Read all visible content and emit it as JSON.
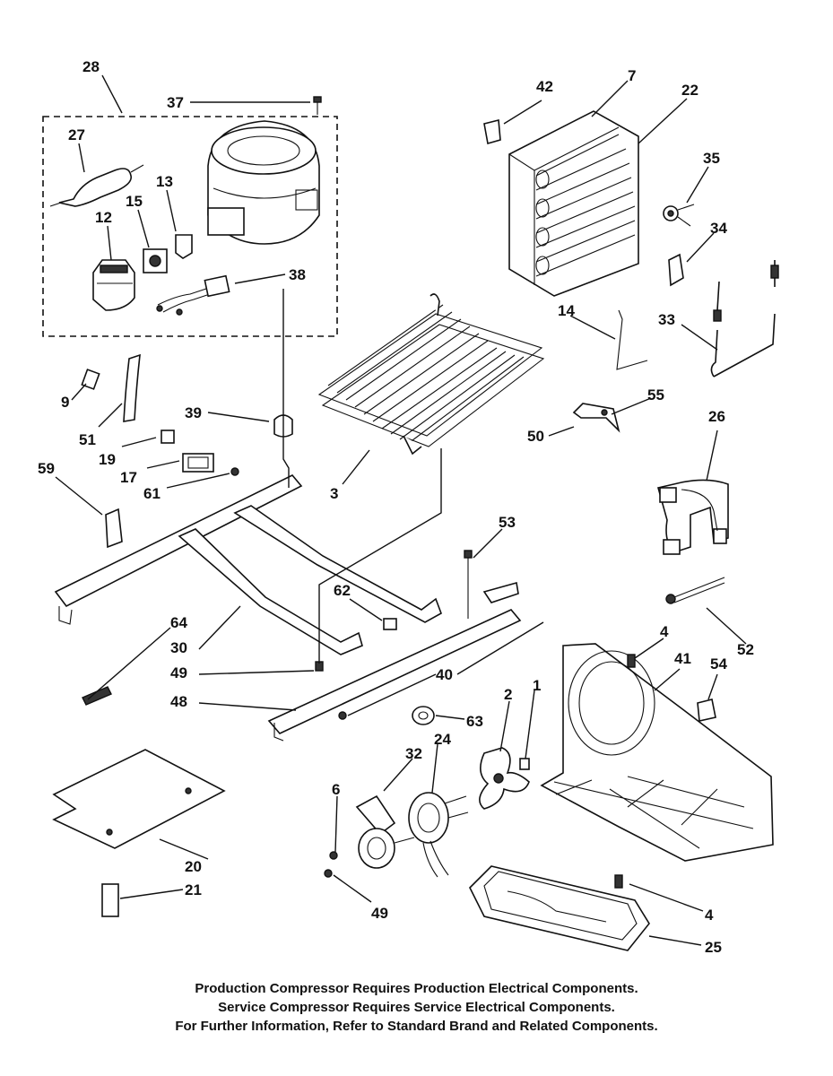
{
  "diagram": {
    "callouts": {
      "c28": "28",
      "c37": "37",
      "c27": "27",
      "c13": "13",
      "c15": "15",
      "c12": "12",
      "c38": "38",
      "c9": "9",
      "c51": "51",
      "c39": "39",
      "c19": "19",
      "c17": "17",
      "c61": "61",
      "c59": "59",
      "c3": "3",
      "c42": "42",
      "c7": "7",
      "c22": "22",
      "c35": "35",
      "c34": "34",
      "c14": "14",
      "c33": "33",
      "c55": "55",
      "c50": "50",
      "c26": "26",
      "c53": "53",
      "c62": "62",
      "c64": "64",
      "c30": "30",
      "c49a": "49",
      "c48": "48",
      "c40": "40",
      "c52": "52",
      "c4a": "4",
      "c41": "41",
      "c54": "54",
      "c2": "2",
      "c1": "1",
      "c63": "63",
      "c32": "32",
      "c24": "24",
      "c6": "6",
      "c20": "20",
      "c21": "21",
      "c49b": "49",
      "c4b": "4",
      "c25": "25"
    },
    "notes": [
      "Production Compressor Requires Production Electrical Components.",
      "Service Compressor Requires Service Electrical Components.",
      "For Further Information, Refer to Standard Brand and Related Components."
    ]
  }
}
